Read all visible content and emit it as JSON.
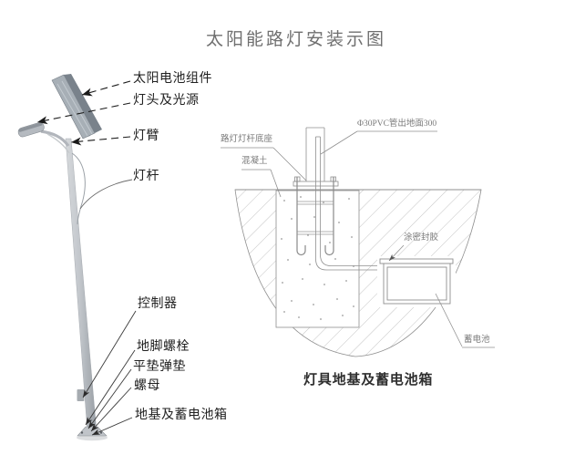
{
  "title": "太阳能路灯安装示图",
  "caption": "灯具地基及蓄电池箱",
  "pole_labels": {
    "solar_module": "太阳电池组件",
    "lamp_head": "灯头及光源",
    "lamp_arm": "灯臂",
    "pole": "灯杆",
    "controller": "控制器",
    "anchor_bolt": "地脚螺栓",
    "washers": "平垫弹垫",
    "nut": "螺母",
    "foundation_box": "地基及蓄电池箱"
  },
  "foundation_labels": {
    "pole_base": "路灯灯杆底座",
    "pvc_pipe": "Φ30PVC管出地面300",
    "concrete": "混凝土",
    "sealant": "涂密封胶",
    "battery": "蓄电池"
  },
  "colors": {
    "background": "#ffffff",
    "cad_line": "#8f8f8f",
    "hatch_line": "#ababab",
    "label_text": "#212121",
    "cad_text": "#7a7a7a",
    "title_text": "#6f6f6f",
    "pole_gray": "#c3c7cc",
    "panel_gray": "#8a929a",
    "arrow_black": "#1a1a1a"
  }
}
